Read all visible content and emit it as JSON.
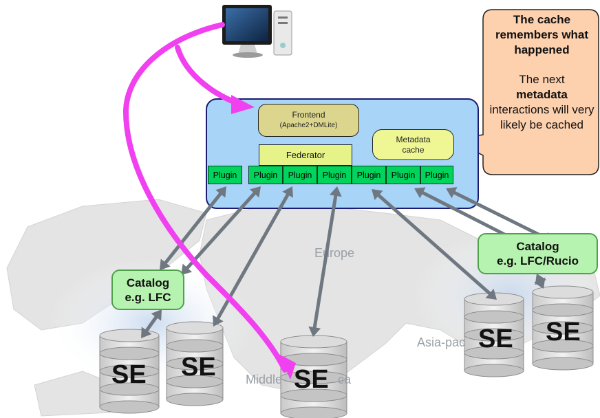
{
  "frontend": {
    "title": "Frontend",
    "subtitle": "(Apache2+DMLite)"
  },
  "federator": {
    "label": "Federator"
  },
  "metadata_cache": {
    "label_line1": "Metadata",
    "label_line2": "cache"
  },
  "plugins": [
    "Plugin",
    "Plugin",
    "Plugin",
    "Plugin",
    "Plugin",
    "Plugin",
    "Plugin"
  ],
  "callout": {
    "heading": "The cache remembers what happened",
    "body_prefix": "The next",
    "body_bold": "metadata",
    "body_suffix": "interactions will very likely be cached"
  },
  "catalogs": {
    "left": {
      "line1": "Catalog",
      "line2": "e.g. LFC"
    },
    "right": {
      "line1": "Catalog",
      "line2": "e.g. LFC/Rucio"
    }
  },
  "map_labels": {
    "europe": "Europe",
    "asia": "Asia-pac",
    "middle_left": "Middle",
    "middle_right": "ca"
  },
  "storage": {
    "se_label": "SE"
  },
  "colors": {
    "federation_bg": "#a8d4f8",
    "plugin": "#00d45c",
    "catalog": "#b7f3b0",
    "callout": "#fdd0ae",
    "flow_arrow": "#f040f0",
    "link_arrow": "#6f7780"
  },
  "icons": {
    "client": "desktop-computer-icon",
    "storage": "database-disk-icon"
  }
}
